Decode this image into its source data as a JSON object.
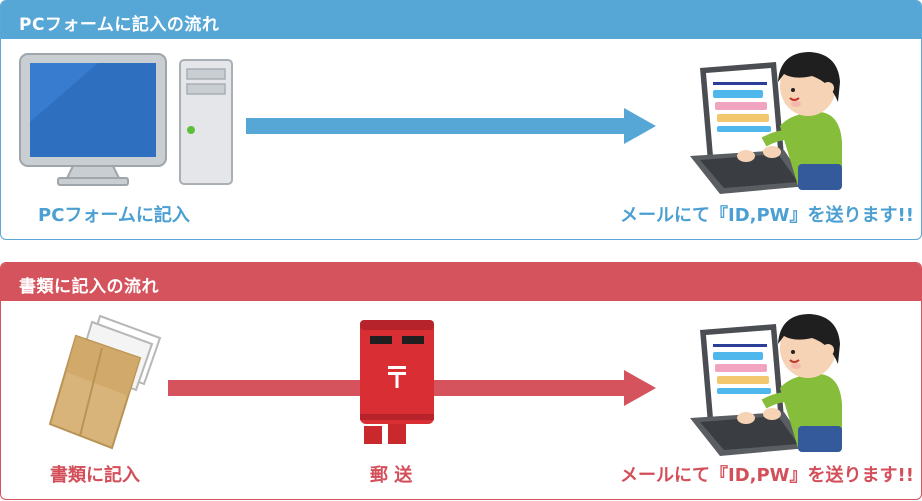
{
  "pc_section": {
    "title": "PCフォームに記入の流れ",
    "left_caption": "PCフォームに記入",
    "right_caption": "メールにて『ID,PW』を送ります!!",
    "accent_color": "#56a6d6"
  },
  "paper_section": {
    "title": "書類に記入の流れ",
    "left_caption": "書類に記入",
    "middle_caption": "郵 送",
    "right_caption": "メールにて『ID,PW』を送ります!!",
    "postbox_symbol": "〒",
    "accent_color": "#d5535d"
  },
  "icons": [
    "desktop-computer-icon",
    "pc-tower-icon",
    "flow-arrow-icon",
    "person-at-laptop-icon",
    "envelope-with-documents-icon",
    "postbox-icon"
  ]
}
